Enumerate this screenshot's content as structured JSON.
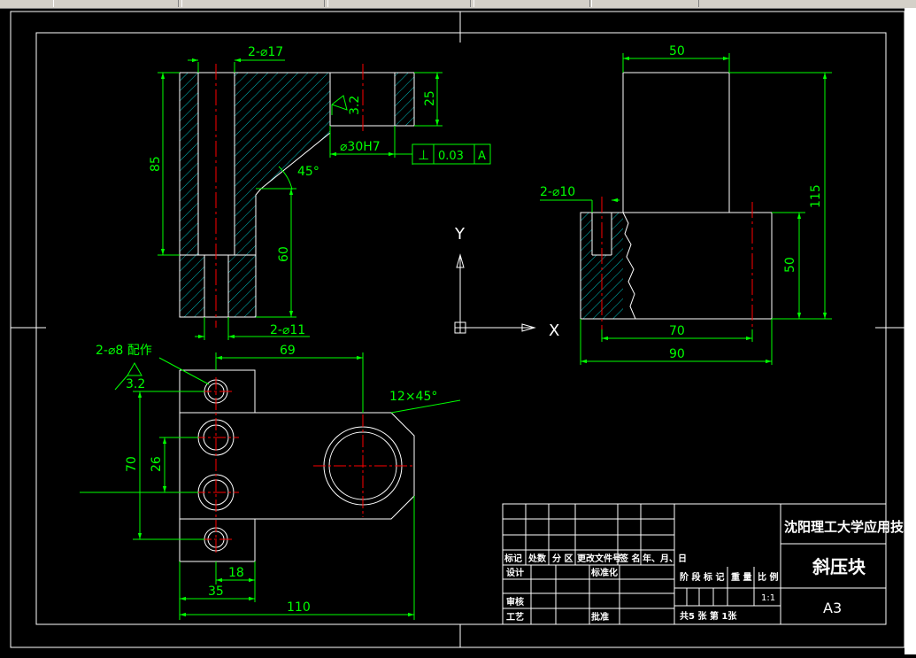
{
  "dims": {
    "d_2phi17": "2-⌀17",
    "d_25": "25",
    "d_3_2_top": "3.2",
    "d_85": "85",
    "d_45deg": "45°",
    "d_phi30h7": "⌀30H7",
    "d_60": "60",
    "d_2phi11": "2-⌀11",
    "d_50_top": "50",
    "d_115": "115",
    "d_2phi10": "2-⌀10",
    "d_50_right": "50",
    "d_70_side": "70",
    "d_90": "90",
    "d_2phi8": "2-⌀8 配作",
    "d_3_2_bottom": "3.2",
    "d_69": "69",
    "d_12x45": "12×45°",
    "d_70_plan": "70",
    "d_26": "26",
    "d_18": "18",
    "d_35": "35",
    "d_110": "110"
  },
  "tolerance": {
    "symbol": "⊥",
    "value": "0.03",
    "datum": "A"
  },
  "ucs": {
    "y": "Y",
    "x": "X"
  },
  "title_block": {
    "school": "沈阳理工大学应用技术学院",
    "part_name": "斜压块",
    "sheet_size": "A3",
    "scale": "1:1",
    "row_header": [
      "标记",
      "处数",
      "分 区",
      "更改文件号",
      "签 名",
      "年、月、日"
    ],
    "design": "设计",
    "standardize": "标准化",
    "review": "审核",
    "process": "工艺",
    "approve": "批准",
    "stage_mark": "阶 段 标 记",
    "weight": "重 量",
    "ratio": "比 例",
    "sheet_count": "共5  张   第  1张"
  },
  "colors": {
    "lines": "#ffffff",
    "dims": "#00ff00",
    "center": "#ff0000",
    "bg": "#000000"
  }
}
